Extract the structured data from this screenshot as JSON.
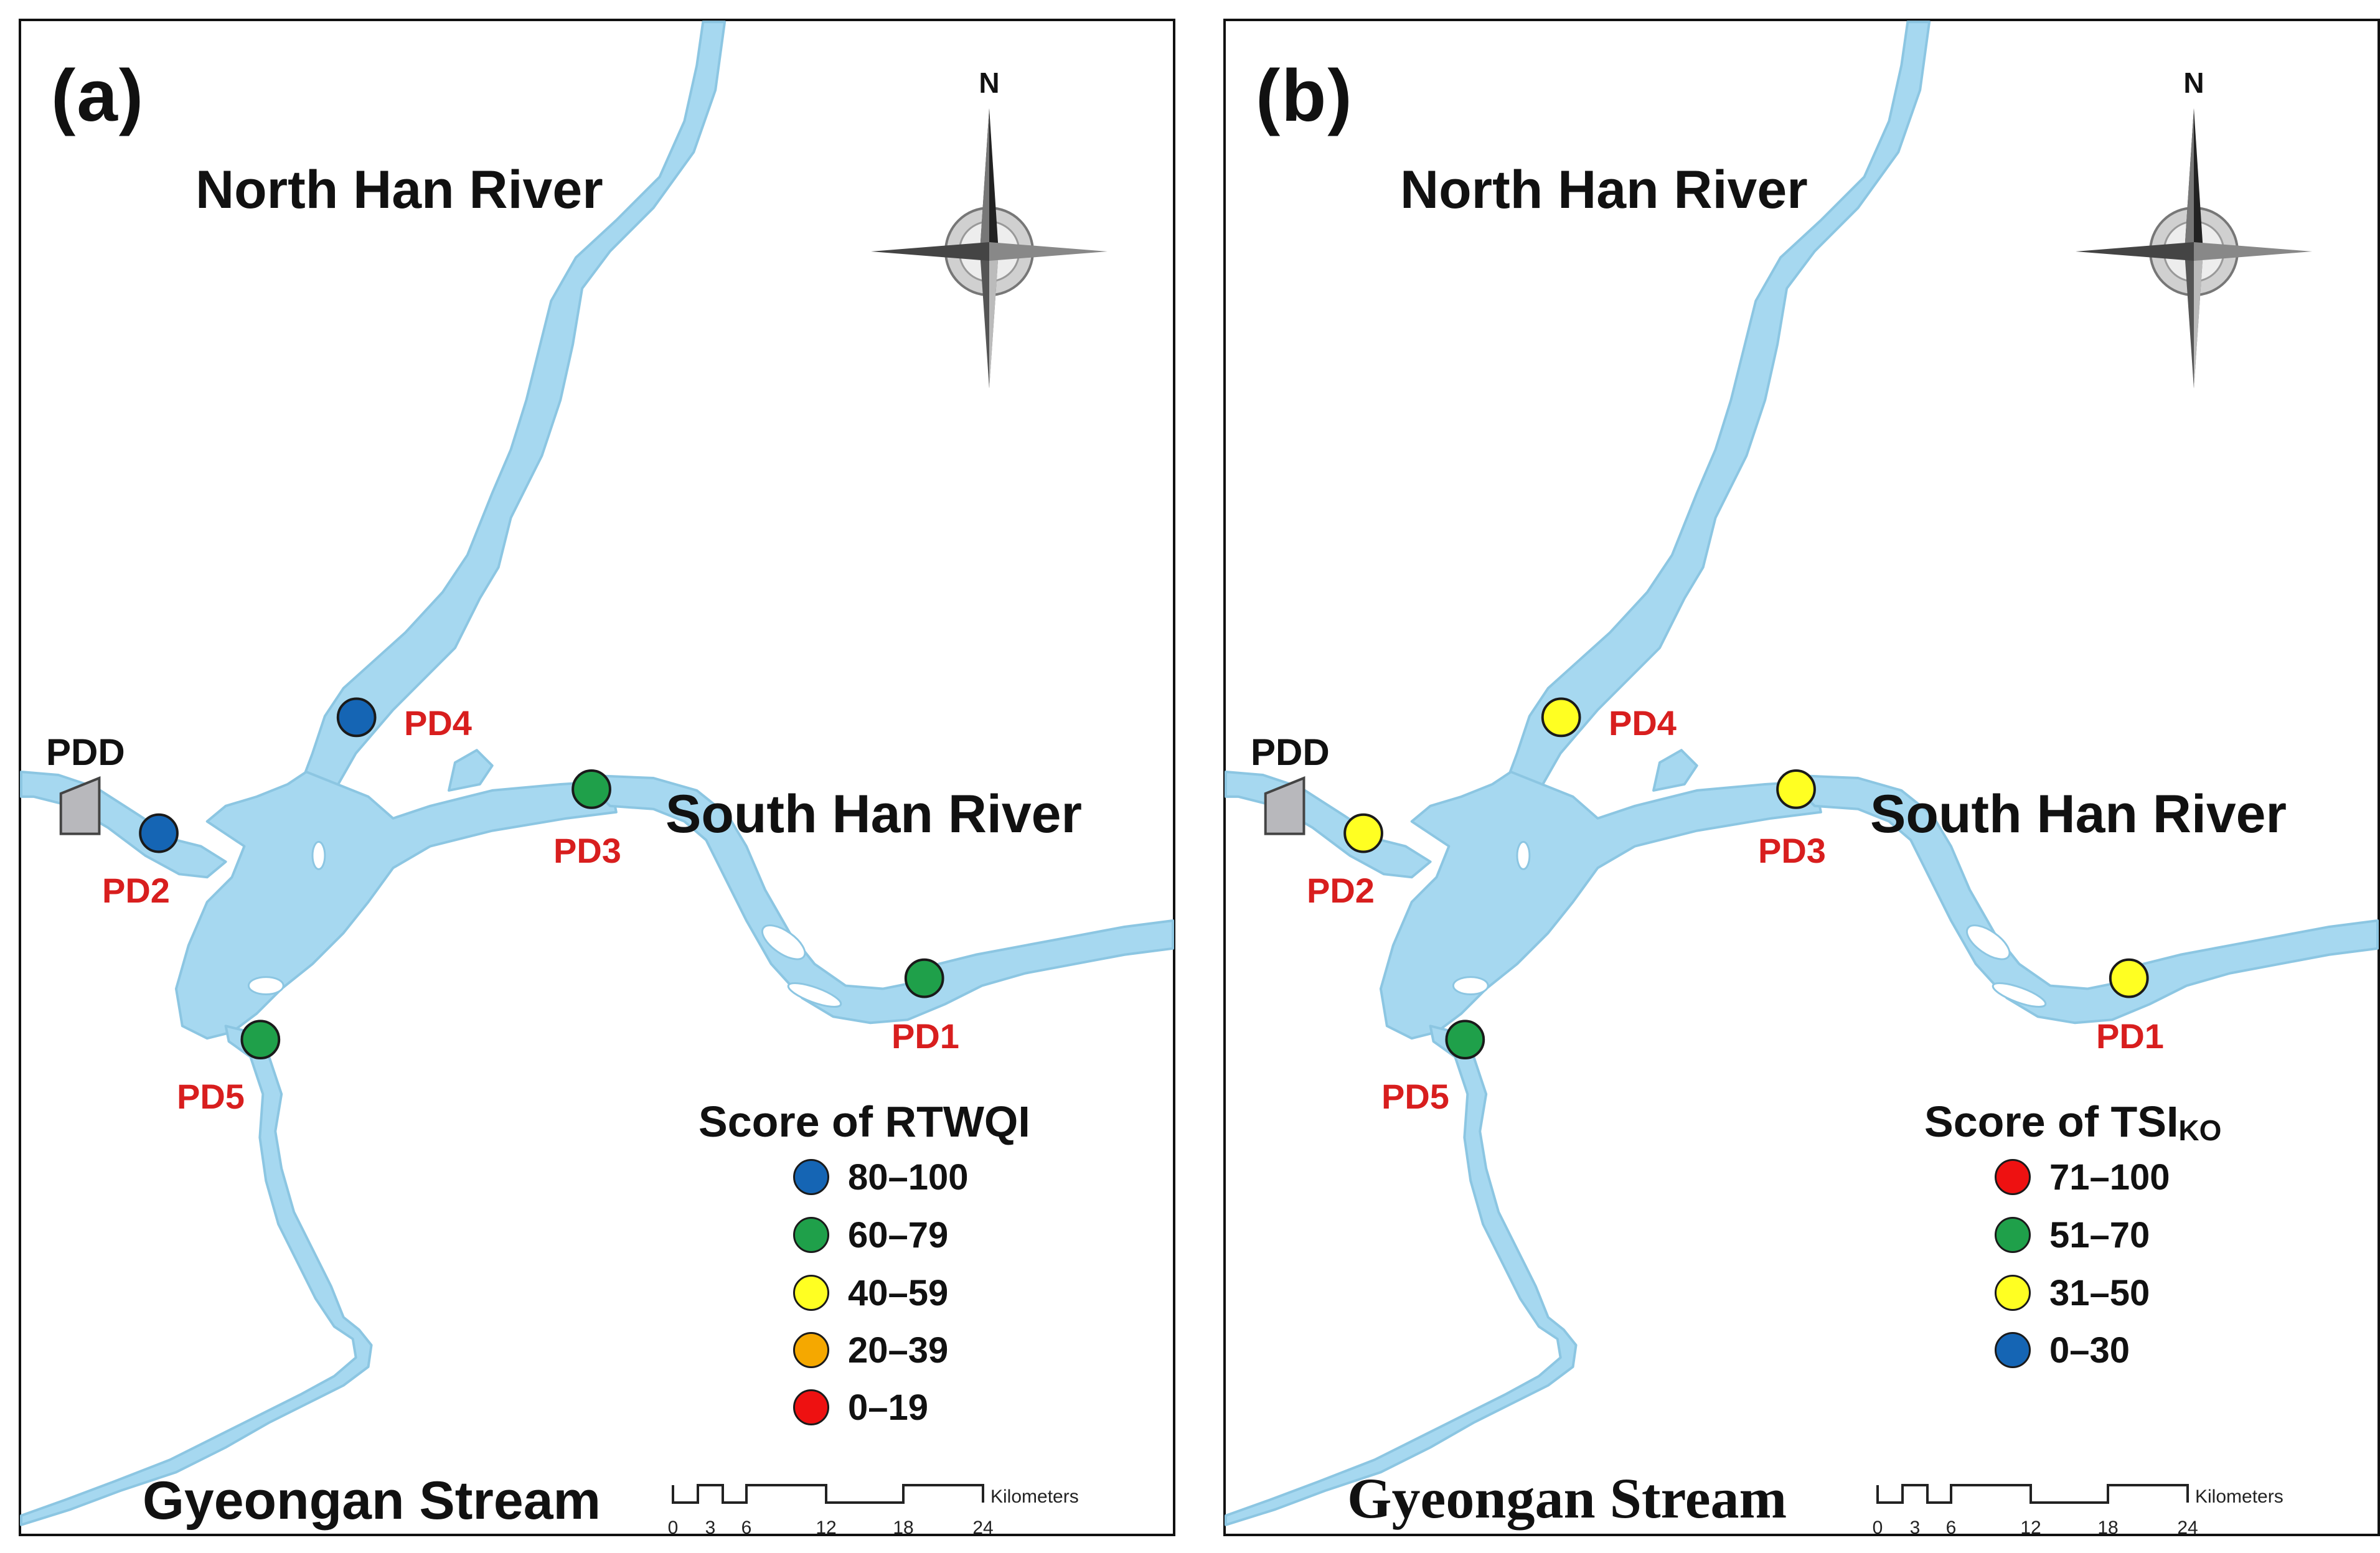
{
  "panels": [
    {
      "tag": "(a)",
      "north_label": "North Han River",
      "south_label": "South Han River",
      "stream_label": "Gyeongan Stream",
      "dam_label": "PDD",
      "compass_letter": "N",
      "sites": [
        {
          "name": "PD1",
          "color": "#1fa04a"
        },
        {
          "name": "PD2",
          "color": "#1565b4"
        },
        {
          "name": "PD3",
          "color": "#1fa04a"
        },
        {
          "name": "PD4",
          "color": "#1565b4"
        },
        {
          "name": "PD5",
          "color": "#1fa04a"
        }
      ],
      "legend": {
        "title": "Score of RTWQI",
        "title_sub": "",
        "items": [
          {
            "label": "80–100",
            "color": "#1565b4"
          },
          {
            "label": "60–79",
            "color": "#1fa04a"
          },
          {
            "label": "40–59",
            "color": "#ffff22"
          },
          {
            "label": "20–39",
            "color": "#f5a800"
          },
          {
            "label": "0–19",
            "color": "#ee1111"
          }
        ]
      },
      "scale": {
        "ticks": [
          "0",
          "3",
          "6",
          "12",
          "18",
          "24"
        ],
        "unit": "Kilometers"
      }
    },
    {
      "tag": "(b)",
      "north_label": "North Han River",
      "south_label": "South Han River",
      "stream_label": "Gyeongan Stream",
      "dam_label": "PDD",
      "compass_letter": "N",
      "sites": [
        {
          "name": "PD1",
          "color": "#ffff22"
        },
        {
          "name": "PD2",
          "color": "#ffff22"
        },
        {
          "name": "PD3",
          "color": "#ffff22"
        },
        {
          "name": "PD4",
          "color": "#ffff22"
        },
        {
          "name": "PD5",
          "color": "#1fa04a"
        }
      ],
      "legend": {
        "title": "Score of TSI",
        "title_sub": "KO",
        "items": [
          {
            "label": "71–100",
            "color": "#ee1111"
          },
          {
            "label": "51–70",
            "color": "#1fa04a"
          },
          {
            "label": "31–50",
            "color": "#ffff22"
          },
          {
            "label": "0–30",
            "color": "#1565b4"
          }
        ]
      },
      "scale": {
        "ticks": [
          "0",
          "3",
          "6",
          "12",
          "18",
          "24"
        ],
        "unit": "Kilometers"
      }
    }
  ],
  "colors": {
    "water": "#a6d8f0",
    "water_edge": "#8cc6e2",
    "dam": "#b8b8bc",
    "site_label": "#d81e1e"
  }
}
